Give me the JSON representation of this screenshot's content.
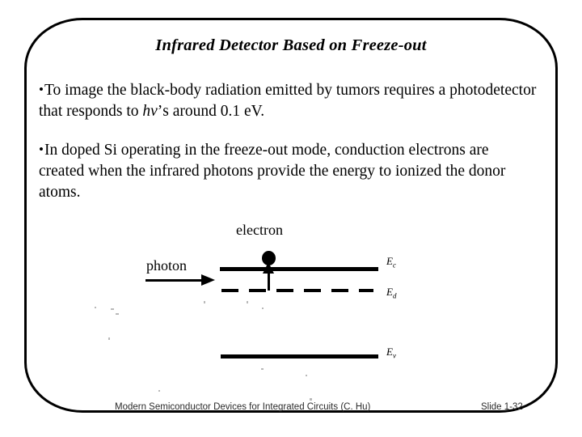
{
  "slide": {
    "title": "Infrared Detector Based on Freeze-out",
    "bullets": [
      {
        "marker": "•",
        "segments": [
          {
            "text": "To image the black-body radiation emitted by tumors requires a photodetector that responds to ",
            "style": "normal"
          },
          {
            "text": "hν",
            "style": "italic"
          },
          {
            "text": "’s around 0.1 eV.",
            "style": "normal"
          }
        ]
      },
      {
        "marker": "•",
        "segments": [
          {
            "text": "In doped Si operating in the freeze-out mode, conduction electrons are created when the infrared photons provide the energy to ionized the donor atoms.",
            "style": "normal"
          }
        ]
      }
    ],
    "diagram": {
      "electron_label": "electron",
      "photon_label": "photon",
      "energy_levels": [
        {
          "name": "conduction-band",
          "symbol": "E",
          "subscript": "c",
          "style": "solid"
        },
        {
          "name": "donor-level",
          "symbol": "E",
          "subscript": "d",
          "style": "dashed"
        },
        {
          "name": "valence-band",
          "symbol": "E",
          "subscript": "v",
          "style": "solid"
        }
      ]
    },
    "footer": {
      "citation": "Modern Semiconductor Devices for Integrated Circuits (C. Hu)",
      "slide_number": "Slide 1-32"
    },
    "colors": {
      "ink": "#000000",
      "background": "#ffffff",
      "footer_ink": "#2b2b2b"
    }
  }
}
